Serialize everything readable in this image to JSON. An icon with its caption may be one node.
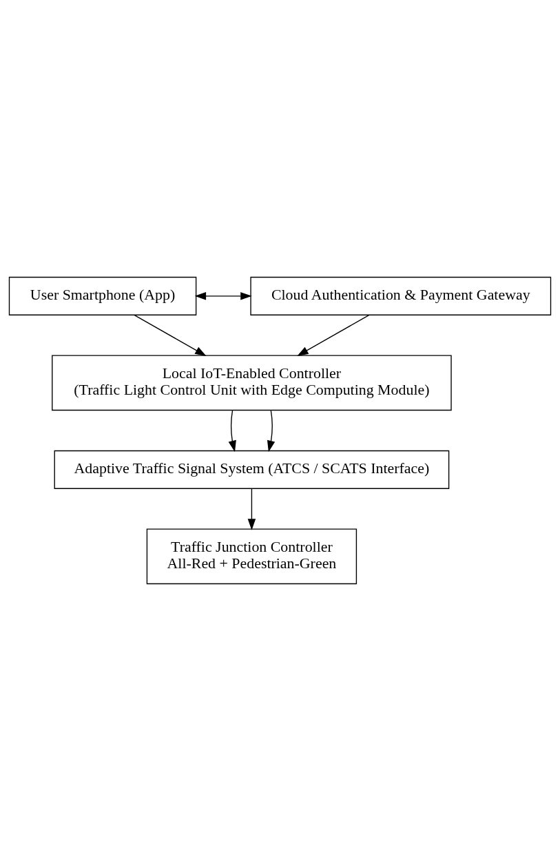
{
  "diagram": {
    "nodes": [
      {
        "text": [
          "User Smartphone (App)"
        ]
      },
      {
        "text": [
          "Cloud Authentication & Payment Gateway"
        ]
      },
      {
        "text": [
          "Local IoT-Enabled Controller",
          "(Traffic Light Control Unit with Edge Computing Module)"
        ]
      },
      {
        "text": [
          "Adaptive Traffic Signal System (ATCS / SCATS Interface)"
        ]
      },
      {
        "text": [
          "Traffic Junction Controller",
          "All-Red + Pedestrian-Green"
        ]
      }
    ],
    "edges": [
      {
        "from": 0,
        "to": 1,
        "arrow": "both"
      },
      {
        "from": 0,
        "to": 2,
        "arrow": "to"
      },
      {
        "from": 1,
        "to": 2,
        "arrow": "to"
      },
      {
        "from": 2,
        "to": 3,
        "arrow": "to"
      },
      {
        "from": 2,
        "to": 3,
        "arrow": "to"
      },
      {
        "from": 3,
        "to": 4,
        "arrow": "to"
      }
    ]
  }
}
